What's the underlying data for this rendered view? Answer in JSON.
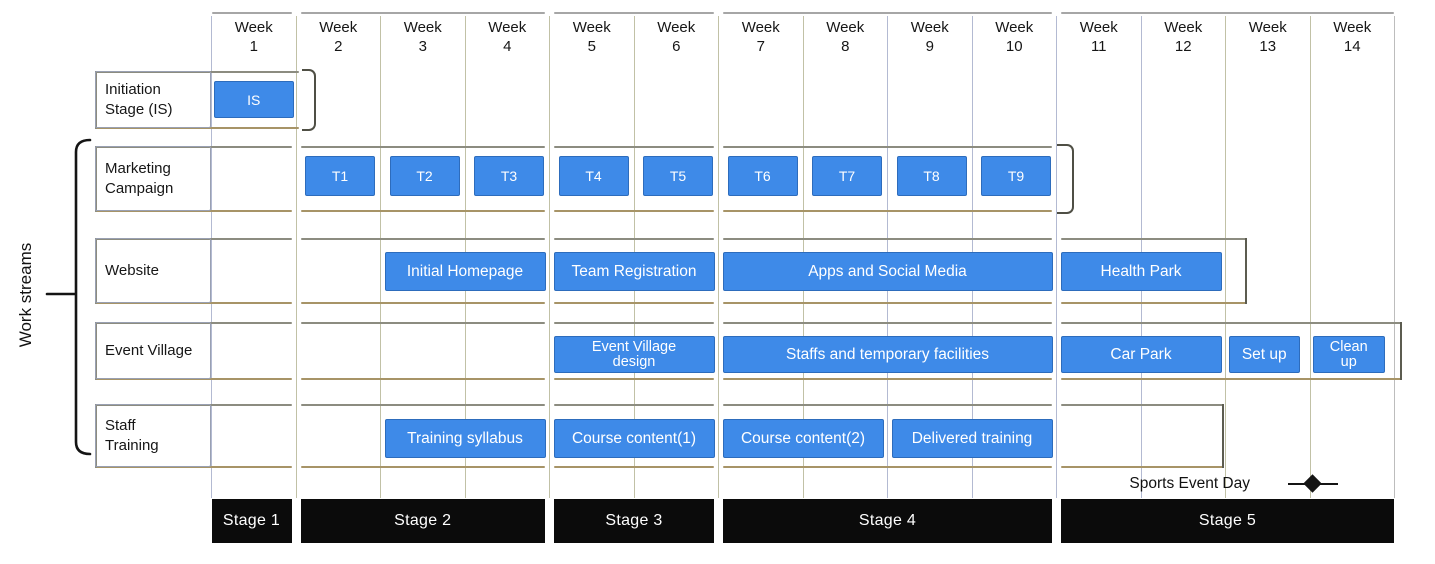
{
  "chart_data": {
    "type": "gantt",
    "axis_label": "Work streams",
    "milestone": {
      "label": "Sports Event Day",
      "week_boundary": 13
    },
    "weeks": [
      {
        "word": "Week",
        "number": "1"
      },
      {
        "word": "Week",
        "number": "2"
      },
      {
        "word": "Week",
        "number": "3"
      },
      {
        "word": "Week",
        "number": "4"
      },
      {
        "word": "Week",
        "number": "5"
      },
      {
        "word": "Week",
        "number": "6"
      },
      {
        "word": "Week",
        "number": "7"
      },
      {
        "word": "Week",
        "number": "8"
      },
      {
        "word": "Week",
        "number": "9"
      },
      {
        "word": "Week",
        "number": "10"
      },
      {
        "word": "Week",
        "number": "11"
      },
      {
        "word": "Week",
        "number": "12"
      },
      {
        "word": "Week",
        "number": "13"
      },
      {
        "word": "Week",
        "number": "14"
      }
    ],
    "rows": [
      {
        "label": "Initiation Stage (IS)",
        "tasks": [
          {
            "name": "IS",
            "start": 1,
            "end": 1
          }
        ]
      },
      {
        "label": "Marketing Campaign",
        "tasks": [
          {
            "name": "T1",
            "start": 2,
            "end": 2
          },
          {
            "name": "T2",
            "start": 3,
            "end": 3
          },
          {
            "name": "T3",
            "start": 4,
            "end": 4
          },
          {
            "name": "T4",
            "start": 5,
            "end": 5
          },
          {
            "name": "T5",
            "start": 6,
            "end": 6
          },
          {
            "name": "T6",
            "start": 7,
            "end": 7
          },
          {
            "name": "T7",
            "start": 8,
            "end": 8
          },
          {
            "name": "T8",
            "start": 9,
            "end": 9
          },
          {
            "name": "T9",
            "start": 10,
            "end": 10
          }
        ]
      },
      {
        "label": "Website",
        "tasks": [
          {
            "name": "Initial Homepage",
            "start": 3,
            "end": 4
          },
          {
            "name": "Team Registration",
            "start": 5,
            "end": 6
          },
          {
            "name": "Apps and Social Media",
            "start": 7,
            "end": 10
          },
          {
            "name": "Health Park",
            "start": 11,
            "end": 12
          }
        ]
      },
      {
        "label": "Event Village",
        "tasks": [
          {
            "name": "Event Village design",
            "start": 5,
            "end": 6,
            "two_line": true
          },
          {
            "name": "Staffs and temporary facilities",
            "start": 7,
            "end": 10
          },
          {
            "name": "Car Park",
            "start": 11,
            "end": 12
          },
          {
            "name": "Set up",
            "start": 13,
            "end": 13
          },
          {
            "name": "Clean up",
            "start": 14,
            "end": 14,
            "two_line": true
          }
        ]
      },
      {
        "label": "Staff Training",
        "tasks": [
          {
            "name": "Training syllabus",
            "start": 3,
            "end": 4
          },
          {
            "name": "Course content(1)",
            "start": 5,
            "end": 6
          },
          {
            "name": "Course content(2)",
            "start": 7,
            "end": 8
          },
          {
            "name": "Delivered training",
            "start": 9,
            "end": 10
          }
        ]
      }
    ],
    "stages": [
      {
        "label": "Stage 1",
        "start": 1,
        "end": 1
      },
      {
        "label": "Stage 2",
        "start": 2,
        "end": 4
      },
      {
        "label": "Stage 3",
        "start": 5,
        "end": 6
      },
      {
        "label": "Stage 4",
        "start": 7,
        "end": 10
      },
      {
        "label": "Stage 5",
        "start": 11,
        "end": 14
      }
    ],
    "xlim": [
      1,
      14
    ]
  },
  "colors": {
    "bar_fill": "#3e8ae8",
    "bar_border": "#2d6cbc",
    "bar_text": "#ffffff",
    "stage_fill": "#0b0b0b",
    "stage_text": "#ffffff",
    "row_line_top": "#8c8c80",
    "row_line_bottom": "#a79467",
    "label_box_border": "#99a0b2",
    "bracket": "#4f4f45",
    "grid_olive": "#c1c1a6",
    "grid_blue": "#b3bad2",
    "grid_gray": "#bdbdbd",
    "header_line": "#a6a6a6",
    "ink": "#161616"
  }
}
